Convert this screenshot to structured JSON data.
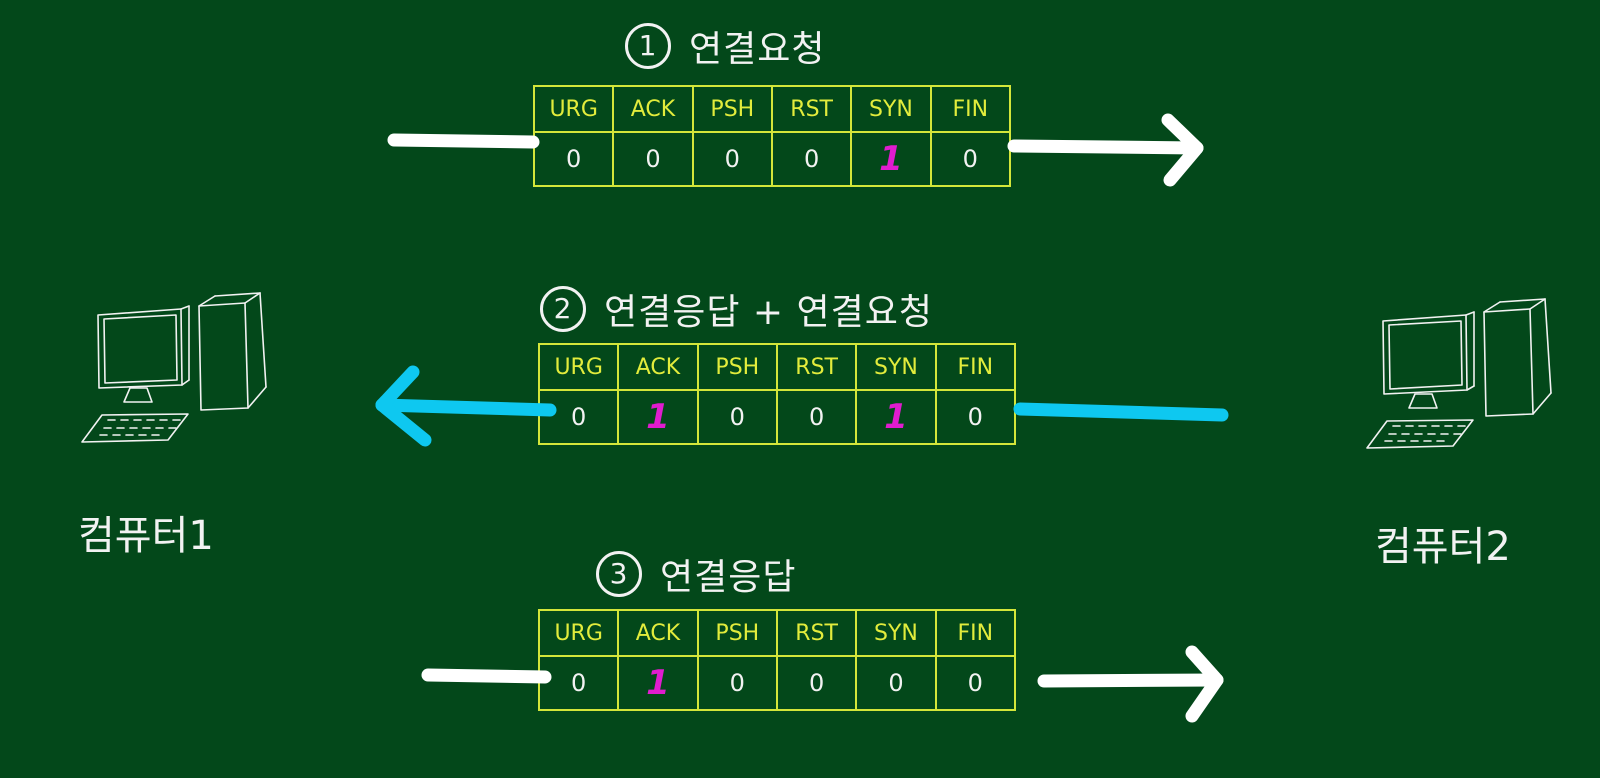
{
  "flags": [
    "URG",
    "ACK",
    "PSH",
    "RST",
    "SYN",
    "FIN"
  ],
  "steps": [
    {
      "number": "1",
      "title": "연결요청",
      "values": [
        "0",
        "0",
        "0",
        "0",
        "1",
        "0"
      ],
      "direction": "computer 1 → computer 2",
      "arrow_color": "#ffffff"
    },
    {
      "number": "2",
      "title": "연결응답 + 연결요청",
      "values": [
        "0",
        "1",
        "0",
        "0",
        "1",
        "0"
      ],
      "direction": "computer 2 → computer 1",
      "arrow_color": "#0ec8f0"
    },
    {
      "number": "3",
      "title": "연결응답",
      "values": [
        "0",
        "1",
        "0",
        "0",
        "0",
        "0"
      ],
      "direction": "computer 1 → computer 2",
      "arrow_color": "#ffffff"
    }
  ],
  "computers": [
    {
      "label": "컴퓨터1",
      "icon": "desktop-computer-icon"
    },
    {
      "label": "컴퓨터2",
      "icon": "desktop-computer-icon"
    }
  ],
  "colors": {
    "background": "#03481a",
    "table_border": "#d4e63a",
    "flag_header_text": "#e2ec3c",
    "flag_set": "#e01ccf",
    "chalk": "#f2f2f2",
    "reply_arrow": "#0ec8f0"
  }
}
